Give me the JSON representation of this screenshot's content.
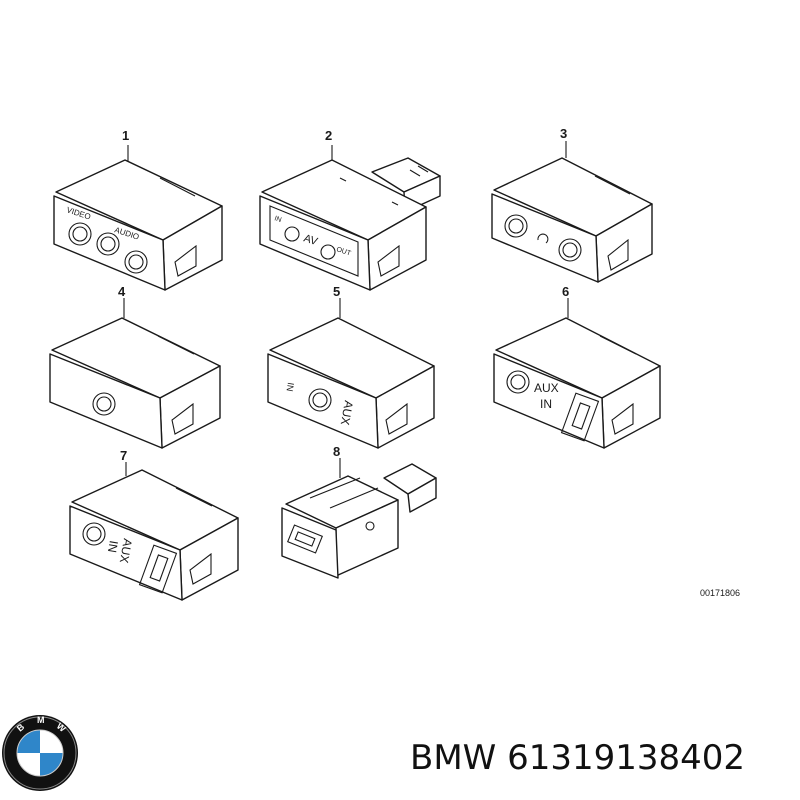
{
  "parts": [
    {
      "number": "1",
      "labels": [
        "VIDEO",
        "AUDIO"
      ]
    },
    {
      "number": "2",
      "labels": [
        "IN",
        "AV",
        "OUT"
      ]
    },
    {
      "number": "3",
      "labels": []
    },
    {
      "number": "4",
      "labels": []
    },
    {
      "number": "5",
      "labels": [
        "IN",
        "AUX"
      ]
    },
    {
      "number": "6",
      "labels": [
        "AUX",
        "IN"
      ]
    },
    {
      "number": "7",
      "labels": [
        "AUX",
        "IN"
      ]
    },
    {
      "number": "8",
      "labels": []
    }
  ],
  "drawing_reference": "00171806",
  "brand_logo": {
    "icon": "bmw-roundel-logo",
    "text": "BMW",
    "colors": {
      "blue": "#2f86c9",
      "black": "#111111",
      "white": "#ffffff"
    }
  },
  "caption": {
    "brand": "BMW",
    "part_number": "61319138402"
  }
}
